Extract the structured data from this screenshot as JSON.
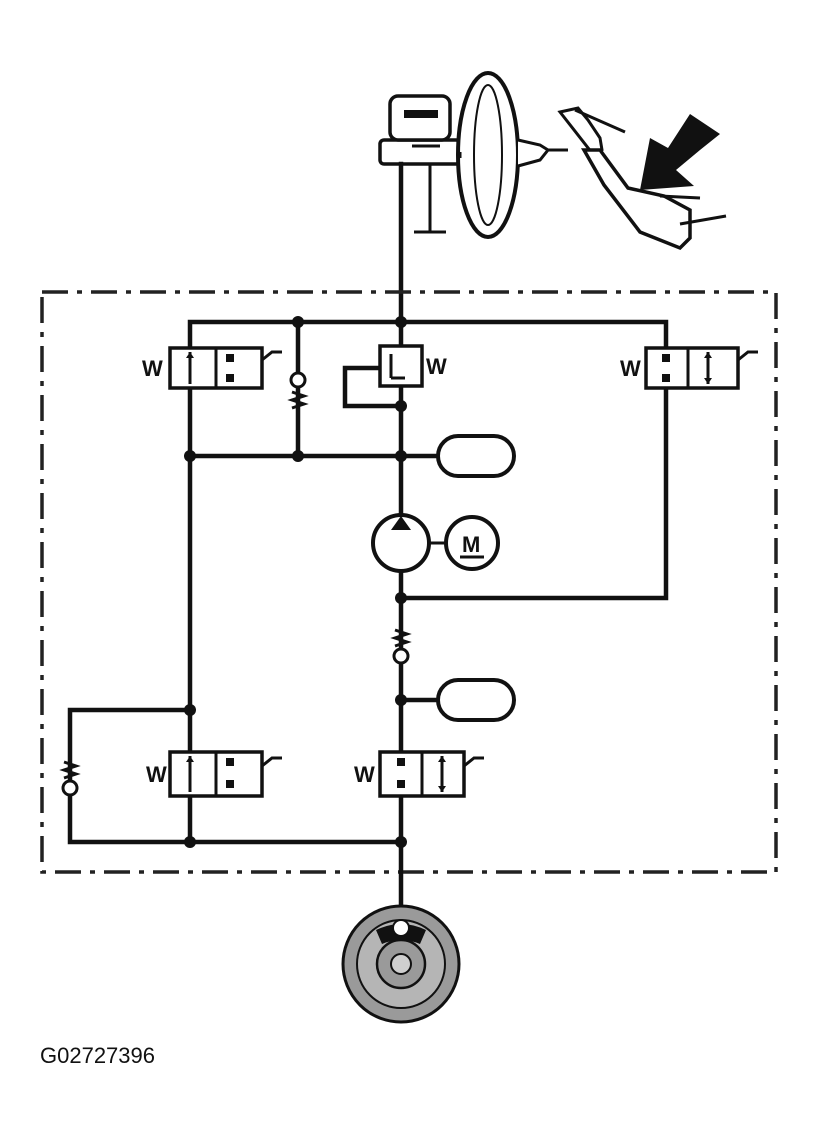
{
  "figure_id": "G02727396",
  "labels": {
    "valve_coil": "W",
    "motor": "M"
  },
  "colors": {
    "line": "#111111",
    "background": "#ffffff",
    "wheel": "#9a9a9a"
  },
  "components": {
    "master_cylinder": "master-cylinder-icon",
    "brake_booster": "brake-booster-icon",
    "brake_pedal": "brake-pedal-icon",
    "pedal_force_arrow": "arrow-icon",
    "pump": "pump-icon",
    "motor": "motor-icon",
    "accumulator_upper": "accumulator-icon",
    "accumulator_lower": "accumulator-icon",
    "wheel_brake": "wheel-brake-icon"
  }
}
